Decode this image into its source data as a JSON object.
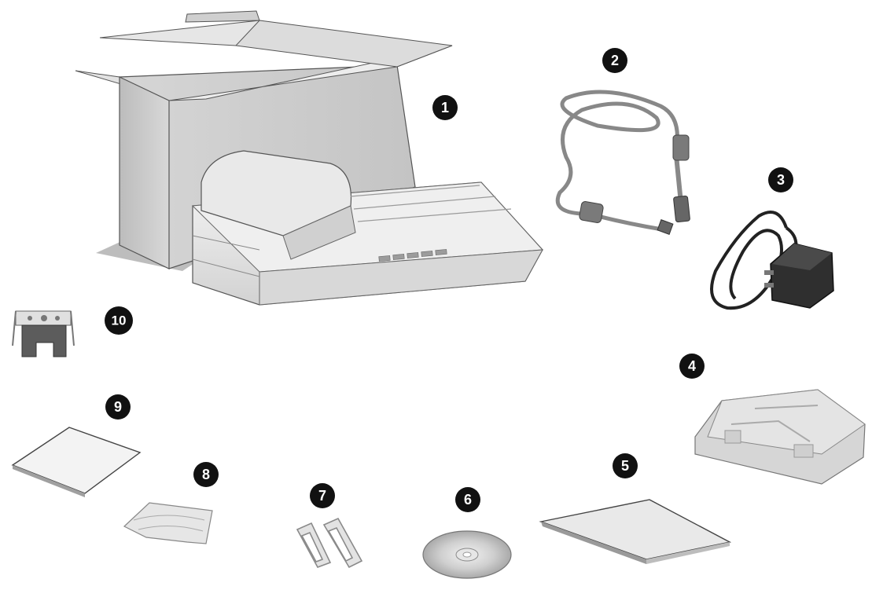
{
  "callouts": {
    "c1": "1",
    "c2": "2",
    "c3": "3",
    "c4": "4",
    "c5": "5",
    "c6": "6",
    "c7": "7",
    "c8": "8",
    "c9": "9",
    "c10": "10"
  },
  "colors": {
    "ink": "#111111",
    "paper": "#f2f2f2",
    "shade": "#c9c9c9",
    "dark": "#3a3a3a"
  },
  "icons": {
    "box": "carton-box-icon",
    "scanner": "flatbed-scanner-icon",
    "usb": "usb-cable-icon",
    "adapter": "power-adapter-icon",
    "tray": "document-tray-icon",
    "guide": "quick-guide-icon",
    "disc": "cd-rom-icon",
    "holder": "film-holder-icon",
    "cloth": "cleaning-cloth-icon",
    "sheet": "calibration-sheet-icon",
    "clip": "stand-clip-icon"
  }
}
